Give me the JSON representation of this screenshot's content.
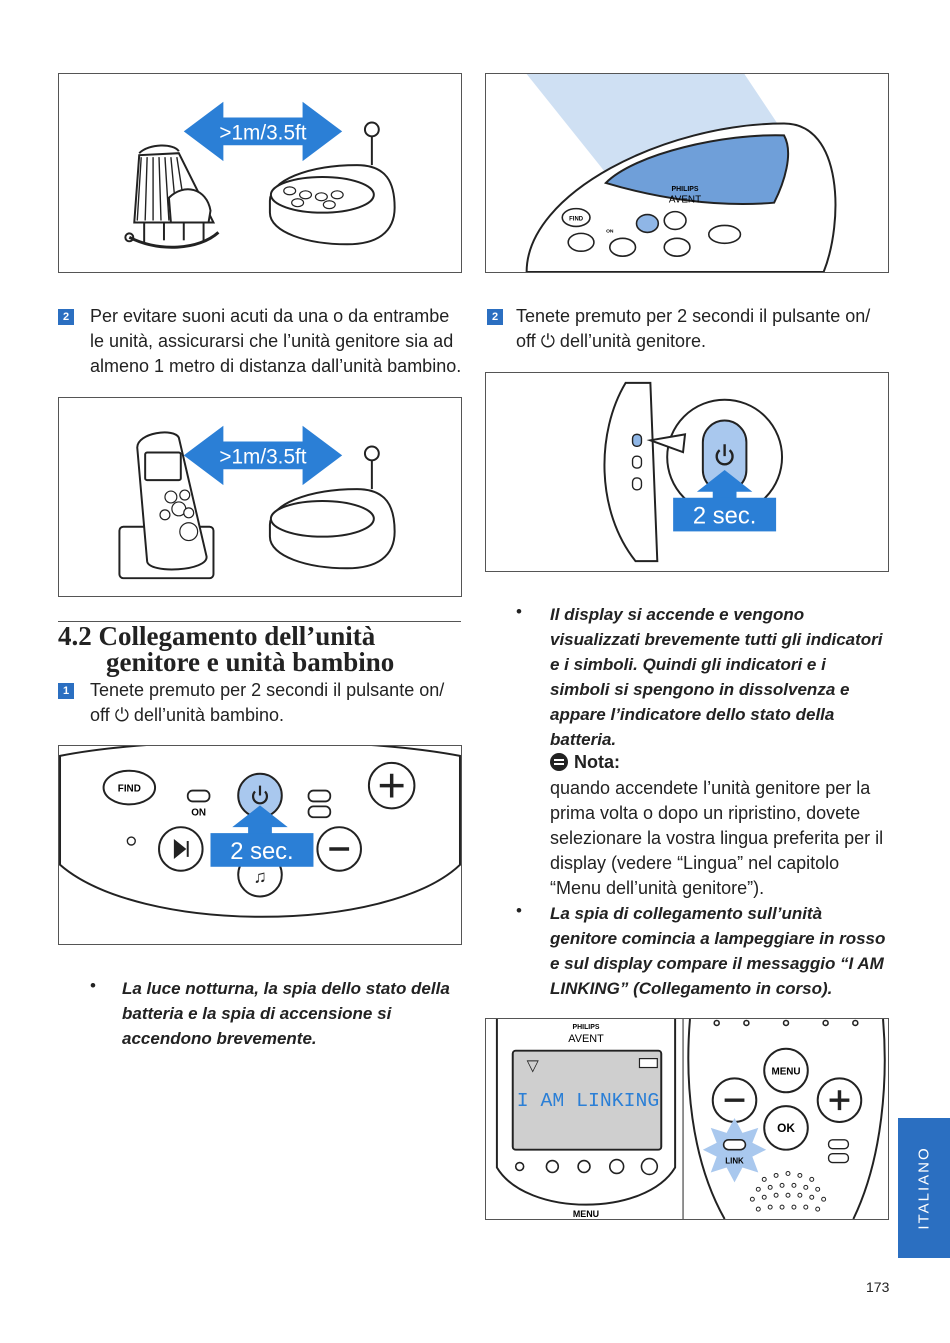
{
  "figures": {
    "distance_label": ">1m/3.5ft",
    "two_sec": "2 sec.",
    "brand": "PHILIPS",
    "brand_sub": "AVENT",
    "find": "FIND",
    "on": "ON",
    "menu": "MENU",
    "ok": "OK",
    "link": "LINK",
    "lcd": "I AM LINKING"
  },
  "left": {
    "step2_num": "2",
    "step2_text": "Per evitare suoni acuti da una o da entrambe le unità, assicurarsi che l’unità genitore sia ad almeno 1 metro di distanza dall’unità bambino.",
    "section_title_line1": "4.2 Collegamento dell’unità",
    "section_title_line2": "genitore e unità bambino",
    "step1_num": "1",
    "step1_text_a": "Tenete premuto per 2 secondi il pulsante on/",
    "step1_text_b": "off ⏻ dell’unità bambino.",
    "bullet1": "La luce notturna, la spia dello stato della batteria e la spia di accensione si accendono brevemente."
  },
  "right": {
    "step2_num": "2",
    "step2_text_a": "Tenete premuto per 2 secondi il pulsante on/",
    "step2_text_b": "off ⏻ dell’unità genitore.",
    "bullet1": "Il display si accende e vengono visualizzati brevemente tutti gli indicatori e i simboli. Quindi gli indicatori e i simboli si spengono in dissolvenza e appare l’indicatore dello stato della batteria.",
    "note_title": "Nota:",
    "note_text": "quando accendete l’unità genitore per la prima volta o dopo un ripristino, dovete selezionare la vostra lingua preferita per il display (vedere “Lingua” nel capitolo “Menu dell’unità genitore”).",
    "bullet2": "La spia di collegamento sull’unità genitore comincia a lampeggiare in rosso e sul display compare il messaggio “I AM LINKING” (Collegamento in corso)."
  },
  "side_tab": "ITALIANO",
  "page_number": "173",
  "colors": {
    "accent": "#2b6fc1",
    "arrow": "#2b7fd6",
    "highlight": "#a9c8ee"
  }
}
